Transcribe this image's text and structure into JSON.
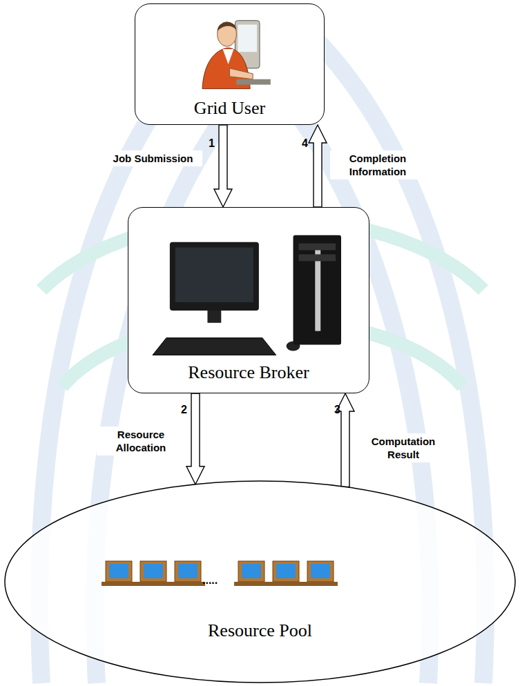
{
  "diagram": {
    "nodes": [
      {
        "text": [
          "Grid User"
        ]
      },
      {
        "text": [
          "Resource Broker"
        ]
      },
      {
        "text": [
          "Resource Pool"
        ]
      }
    ],
    "edges": [
      {
        "from": 0,
        "to": 1,
        "label": "Job Submission",
        "arrow": "to"
      },
      {
        "from": 1,
        "to": 0,
        "label": "Completion Information",
        "arrow": "to"
      },
      {
        "from": 1,
        "to": 2,
        "label": "Resource Allocation",
        "arrow": "to"
      },
      {
        "from": 2,
        "to": 1,
        "label": "Computation Result",
        "arrow": "to"
      }
    ],
    "labels": [
      "1",
      "4",
      "2",
      "3",
      "....."
    ]
  }
}
